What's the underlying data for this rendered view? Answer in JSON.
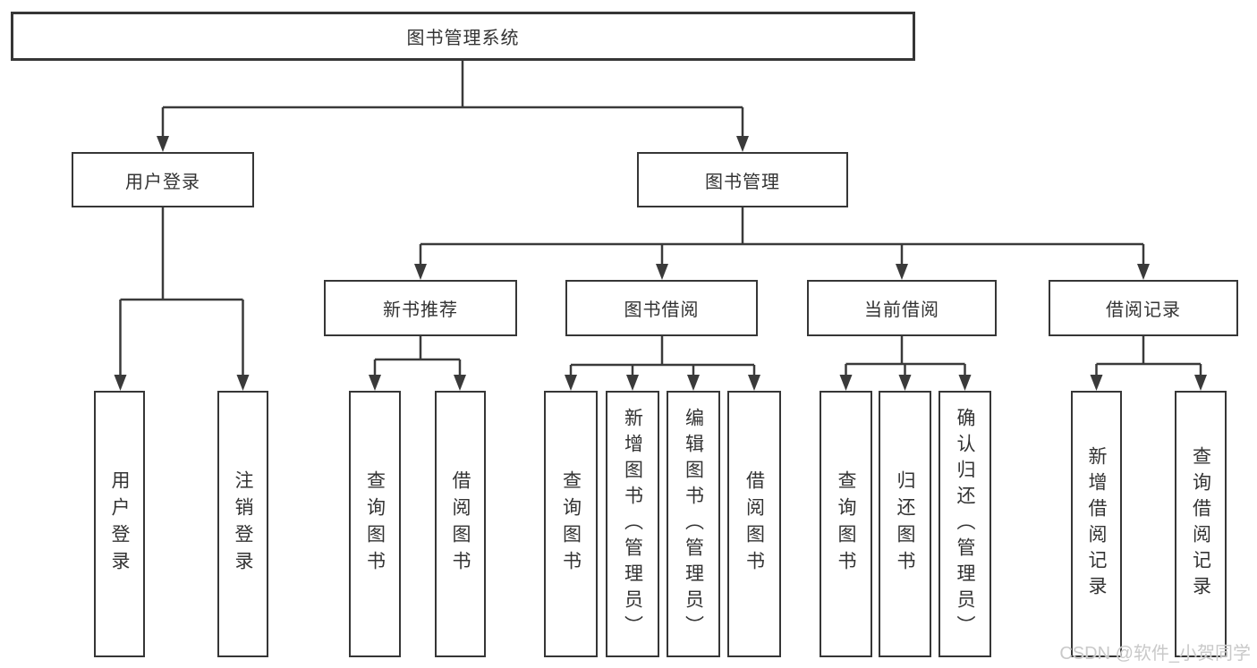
{
  "colors": {
    "background": "#ffffff",
    "line": "#3a3a3a",
    "box_border": "#363636",
    "text": "#333333",
    "watermark_text": "#c9c9c9"
  },
  "tree": {
    "label": "图书管理系统",
    "children": [
      {
        "label": "用户登录",
        "children": [
          {
            "label": "用户登录"
          },
          {
            "label": "注销登录"
          }
        ]
      },
      {
        "label": "图书管理",
        "children": [
          {
            "label": "新书推荐",
            "children": [
              {
                "label": "查询图书"
              },
              {
                "label": "借阅图书"
              }
            ]
          },
          {
            "label": "图书借阅",
            "children": [
              {
                "label": "查询图书"
              },
              {
                "label": "新增图书（管理员）"
              },
              {
                "label": "编辑图书（管理员）"
              },
              {
                "label": "借阅图书"
              }
            ]
          },
          {
            "label": "当前借阅",
            "children": [
              {
                "label": "查询图书"
              },
              {
                "label": "归还图书"
              },
              {
                "label": "确认归还（管理员）"
              }
            ]
          },
          {
            "label": "借阅记录",
            "children": [
              {
                "label": "新增借阅记录"
              },
              {
                "label": "查询借阅记录"
              }
            ]
          }
        ]
      }
    ]
  },
  "watermark": {
    "text": "CSDN @软件_小贺同学"
  }
}
